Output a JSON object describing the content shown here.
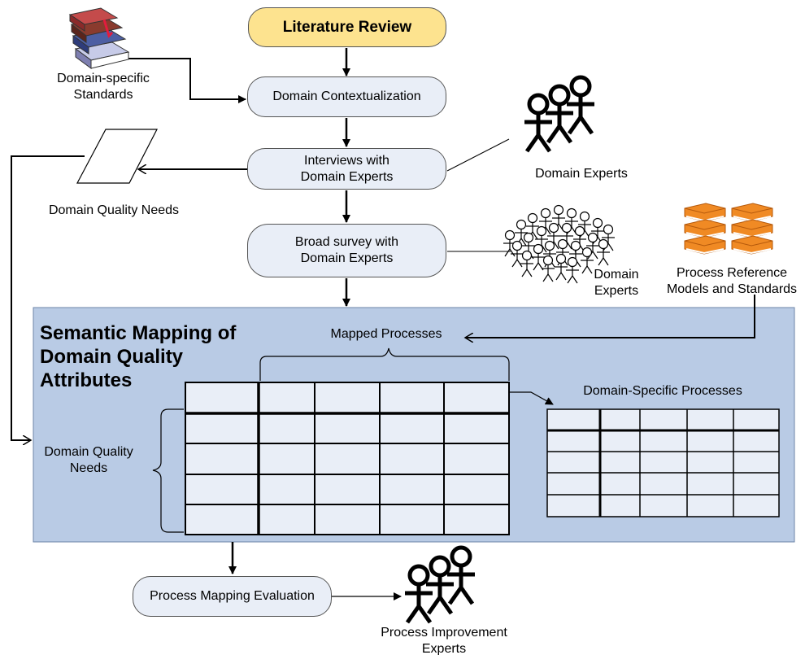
{
  "nodes": {
    "literature_review": "Literature Review",
    "domain_contextualization": "Domain Contextualization",
    "interviews_line1": "Interviews with",
    "interviews_line2": "Domain Experts",
    "survey_line1": "Broad survey with",
    "survey_line2": "Domain Experts",
    "evaluation": "Process Mapping Evaluation"
  },
  "labels": {
    "standards_line1": "Domain-specific",
    "standards_line2": "Standards",
    "domain_quality_needs": "Domain Quality Needs",
    "domain_experts_1": "Domain Experts",
    "domain_experts_2_line1": "Domain",
    "domain_experts_2_line2": "Experts",
    "reference_line1": "Process Reference",
    "reference_line2": "Models and Standards",
    "pi_experts_line1": "Process Improvement",
    "pi_experts_line2": "Experts"
  },
  "mapping": {
    "title_line1": "Semantic Mapping of",
    "title_line2": "Domain Quality",
    "title_line3": "Attributes",
    "mapped_processes": "Mapped Processes",
    "domain_specific_processes": "Domain-Specific Processes",
    "needs_line1": "Domain Quality",
    "needs_line2": "Needs"
  },
  "colors": {
    "title_fill": "#fde38f",
    "node_fill": "#e9eef7",
    "panel_fill": "#b9cbe5",
    "cell_fill": "#e9eef7",
    "book_orange": "#f08a24"
  }
}
